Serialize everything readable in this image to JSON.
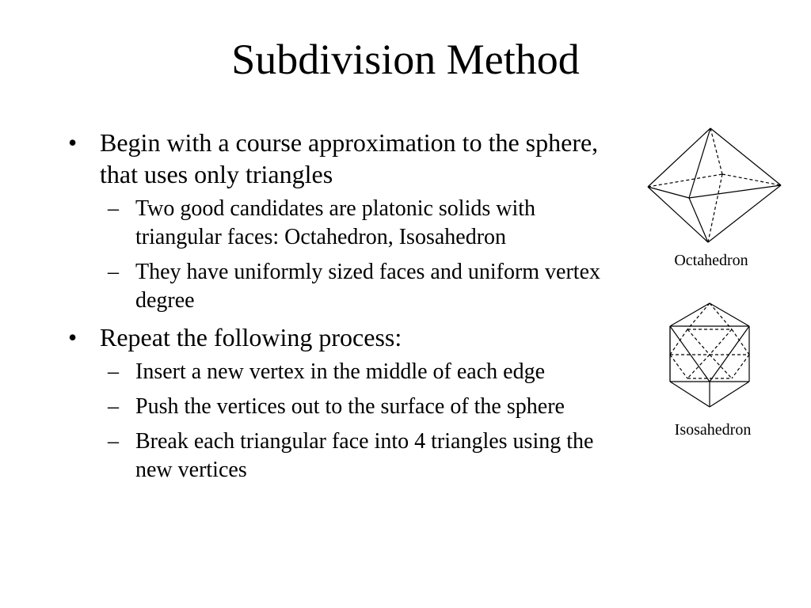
{
  "slide": {
    "title": "Subdivision Method",
    "bullets": [
      {
        "text": "Begin with a course approximation to the sphere, that uses only triangles",
        "subs": [
          "Two good candidates are platonic solids with triangular faces: Octahedron, Isosahedron",
          "They have uniformly sized faces and uniform vertex degree"
        ]
      },
      {
        "text": "Repeat the following process:",
        "subs": [
          "Insert a new vertex in the middle of each edge",
          "Push the vertices out to the surface of the sphere",
          "Break each triangular face into 4 triangles using the new vertices"
        ]
      }
    ],
    "bullet_glyph": "•",
    "sub_glyph": "–"
  },
  "figures": {
    "octahedron_caption": "Octahedron",
    "icosahedron_caption": "Isosahedron"
  }
}
